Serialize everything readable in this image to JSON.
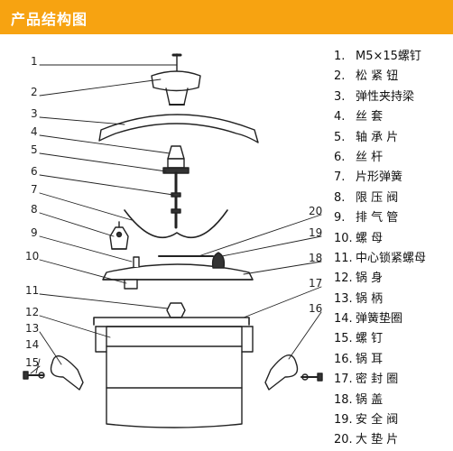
{
  "header": {
    "title": "产品结构图",
    "bg_color": "#f7a311",
    "text_color": "#ffffff"
  },
  "callouts": [
    "1",
    "2",
    "3",
    "4",
    "5",
    "6",
    "7",
    "8",
    "9",
    "10",
    "11",
    "12",
    "13",
    "14",
    "15",
    "16",
    "17",
    "18",
    "19",
    "20"
  ],
  "legend": [
    {
      "num": "1.",
      "label": "M5×15螺钉"
    },
    {
      "num": "2.",
      "label": "松  紧  钮"
    },
    {
      "num": "3.",
      "label": "弹性夹持梁"
    },
    {
      "num": "4.",
      "label": "丝        套"
    },
    {
      "num": "5.",
      "label": "轴  承  片"
    },
    {
      "num": "6.",
      "label": "丝        杆"
    },
    {
      "num": "7.",
      "label": "片形弹簧"
    },
    {
      "num": "8.",
      "label": "限  压  阀"
    },
    {
      "num": "9.",
      "label": "排  气  管"
    },
    {
      "num": "10.",
      "label": "螺      母"
    },
    {
      "num": "11.",
      "label": "中心锁紧螺母"
    },
    {
      "num": "12.",
      "label": "锅      身"
    },
    {
      "num": "13.",
      "label": "锅      柄"
    },
    {
      "num": "14.",
      "label": "弹簧垫圈"
    },
    {
      "num": "15.",
      "label": "螺      钉"
    },
    {
      "num": "16.",
      "label": "锅      耳"
    },
    {
      "num": "17.",
      "label": "密  封  圈"
    },
    {
      "num": "18.",
      "label": "锅      盖"
    },
    {
      "num": "19.",
      "label": "安  全  阀"
    },
    {
      "num": "20.",
      "label": "大  垫  片"
    }
  ]
}
